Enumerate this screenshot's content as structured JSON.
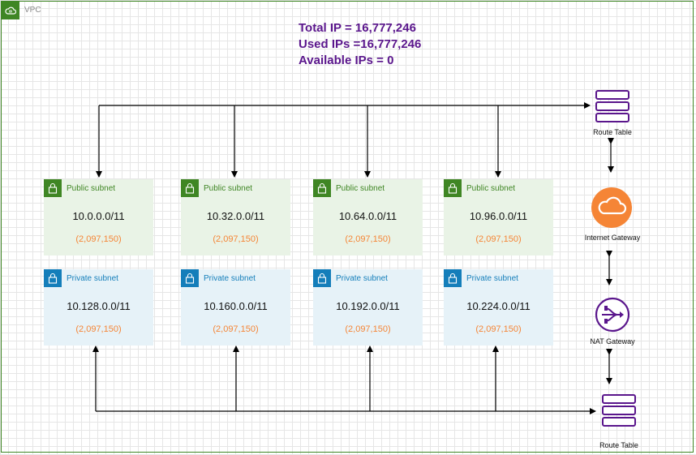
{
  "container": {
    "label": "VPC",
    "border_color": "#3f8624"
  },
  "summary": {
    "total": "Total IP = 16,777,246",
    "used": "Used IPs =16,777,246",
    "available": "Available IPs = 0",
    "color": "#5a168c"
  },
  "public_subnets": [
    {
      "label": "Public subnet",
      "cidr": "10.0.0.0/11",
      "count": "(2,097,150)"
    },
    {
      "label": "Public subnet",
      "cidr": "10.32.0.0/11",
      "count": "(2,097,150)"
    },
    {
      "label": "Public subnet",
      "cidr": "10.64.0.0/11",
      "count": "(2,097,150)"
    },
    {
      "label": "Public subnet",
      "cidr": "10.96.0.0/11",
      "count": "(2,097,150)"
    }
  ],
  "private_subnets": [
    {
      "label": "Private subnet",
      "cidr": "10.128.0.0/11",
      "count": "(2,097,150)"
    },
    {
      "label": "Private subnet",
      "cidr": "10.160.0.0/11",
      "count": "(2,097,150)"
    },
    {
      "label": "Private subnet",
      "cidr": "10.192.0.0/11",
      "count": "(2,097,150)"
    },
    {
      "label": "Private subnet",
      "cidr": "10.224.0.0/11",
      "count": "(2,097,150)"
    }
  ],
  "nodes": {
    "route_table_public": {
      "label": "Route Table",
      "icon": "route-table-icon"
    },
    "internet_gateway": {
      "label": "Internet Gateway",
      "icon": "internet-gateway-icon",
      "color": "#f58536"
    },
    "nat_gateway": {
      "label": "NAT Gateway",
      "icon": "nat-gateway-icon",
      "color": "#5a168c"
    },
    "route_table_private": {
      "label": "Route Table",
      "icon": "route-table-icon"
    }
  },
  "colors": {
    "public": "#3f8624",
    "private": "#147eba",
    "ip_count": "#f58536",
    "route_table": "#5a168c"
  }
}
